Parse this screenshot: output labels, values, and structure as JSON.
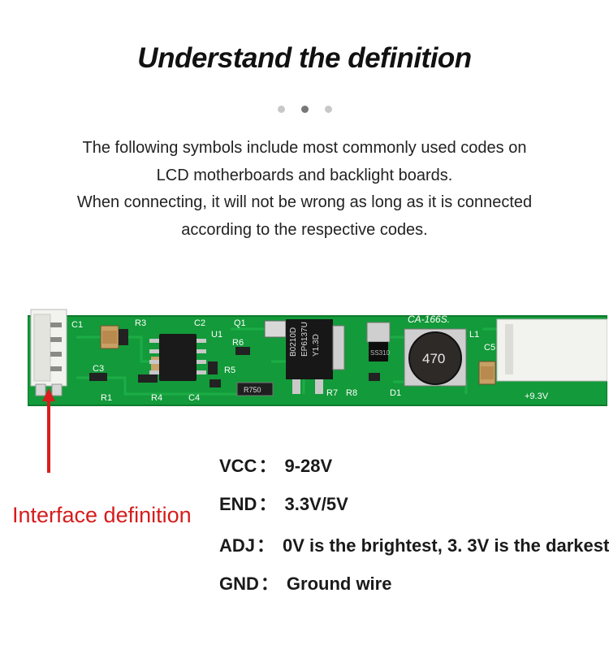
{
  "title": "Understand the definition",
  "carousel": {
    "dots": 3,
    "active_index": 1
  },
  "intro": {
    "line1": "The following symbols include most commonly used codes on",
    "line2": "LCD motherboards and backlight boards.",
    "line3": "When connecting, it will not be wrong as long as it is connected",
    "line4": "according to the respective codes."
  },
  "board": {
    "model_label": "CA-166S.",
    "voltage_label": "+9.3V",
    "components": [
      "C1",
      "C2",
      "C3",
      "C4",
      "C5",
      "R1",
      "R3",
      "R4",
      "R5",
      "R6",
      "R7",
      "R8",
      "U1",
      "Q1",
      "L1",
      "D1"
    ],
    "ic_text": [
      "B0210D",
      "EP6137U",
      "Y1.3D"
    ],
    "inductor_text": "470",
    "diode_text": "SS310",
    "resistor_text": "R750"
  },
  "interface_label": "Interface definition",
  "definitions": [
    {
      "key": "VCC",
      "sep": "：",
      "value": "9-28V"
    },
    {
      "key": "END",
      "sep": "：",
      "value": "3.3V/5V"
    },
    {
      "key": "ADJ",
      "sep": "：",
      "value": "0V is the brightest, 3. 3V is the darkest"
    },
    {
      "key": "GND",
      "sep": "：",
      "value": "Ground wire"
    }
  ],
  "colors": {
    "pcb": "#159a3c",
    "arrow": "#d81e1e",
    "label": "#d61c1c"
  }
}
